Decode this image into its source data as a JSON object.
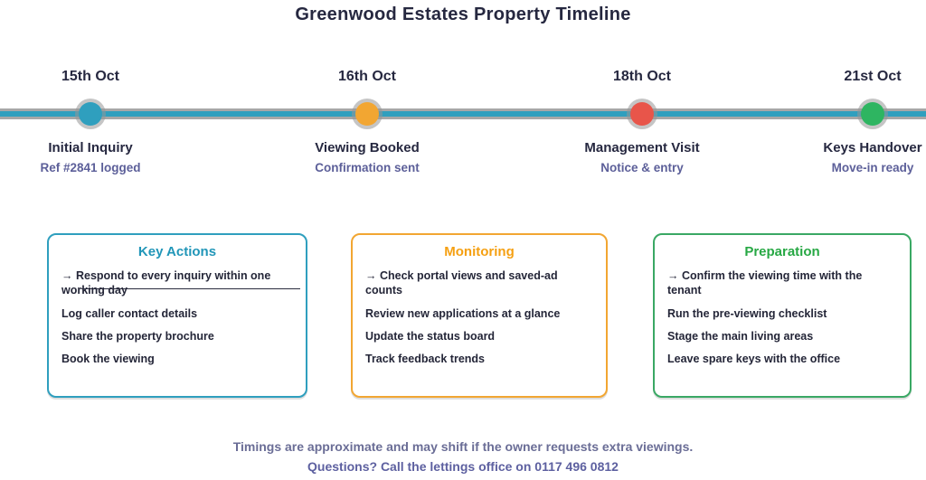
{
  "title": "Greenwood Estates Property Timeline",
  "colors": {
    "accent_teal": "#2f9fbe",
    "accent_orange": "#f2a632",
    "accent_red": "#e8554a",
    "accent_green": "#2eb561",
    "text_dark": "#262840",
    "text_purple": "#5c5f99",
    "footer_text": "#6a6d96"
  },
  "timeline": {
    "stages": [
      {
        "date": "15th Oct",
        "label": "Initial Inquiry",
        "sublabel": "Ref #2841 logged",
        "color": "#2f9fbe"
      },
      {
        "date": "16th Oct",
        "label": "Viewing Booked",
        "sublabel": "Confirmation sent",
        "color": "#f2a632"
      },
      {
        "date": "18th Oct",
        "label": "Management Visit",
        "sublabel": "Notice & entry",
        "color": "#e8554a"
      },
      {
        "date": "21st Oct",
        "label": "Keys Handover",
        "sublabel": "Move-in ready",
        "color": "#2eb561"
      }
    ]
  },
  "boxes": [
    {
      "title": "Key Actions",
      "color": "#2196b8",
      "items": [
        "→ Respond to every inquiry within one working day",
        "Log caller contact details",
        "Share the property brochure",
        "Book the viewing"
      ]
    },
    {
      "title": "Monitoring",
      "color": "#f5a012",
      "items": [
        "→ Check portal views and saved-ad counts",
        "Review new applications at a glance",
        "Update the status board",
        "Track feedback trends"
      ]
    },
    {
      "title": "Preparation",
      "color": "#27a844",
      "items": [
        "→ Confirm the viewing time with the tenant",
        "Run the pre-viewing checklist",
        "Stage the main living areas",
        "Leave spare keys with the office"
      ]
    }
  ],
  "footer": {
    "line1": "Timings are approximate and may shift if the owner requests extra viewings.",
    "line2": "Questions? Call the lettings office on 0117 496 0812"
  }
}
